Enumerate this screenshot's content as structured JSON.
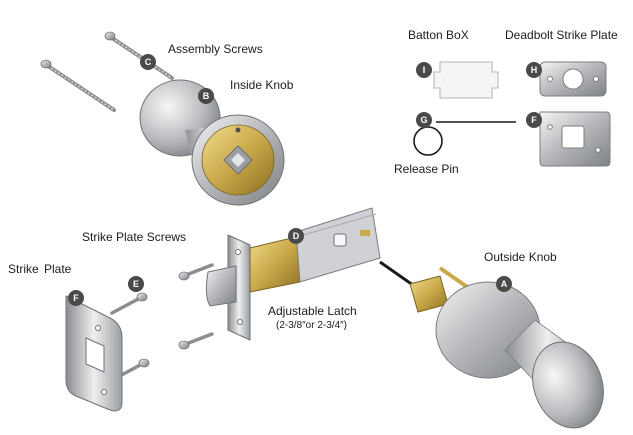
{
  "labels": {
    "assembly_screws": "Assembly Screws",
    "inside_knob": "Inside Knob",
    "batton_box": "Batton BoX",
    "deadbolt_strike_plate": "Deadbolt Strike Plate",
    "release_pin": "Release Pin",
    "strike_plate_screws": "Strike Plate Screws",
    "strike": "Strike",
    "plate": "Plate",
    "outside_knob": "Outside Knob",
    "adjustable_latch": "Adjustable Latch",
    "adjustable_latch_sizes": "(2-3/8″or 2-3/4″)"
  },
  "badges": {
    "a": "A",
    "b": "B",
    "c": "C",
    "d": "D",
    "e": "E",
    "f_plate": "F",
    "f_strike": "F",
    "g": "G",
    "h": "H",
    "i": "I"
  },
  "colors": {
    "badge": "#4a4a4a",
    "chrome": "#c2c4c7",
    "brass": "#c9a94a",
    "text": "#1c1c1c"
  }
}
